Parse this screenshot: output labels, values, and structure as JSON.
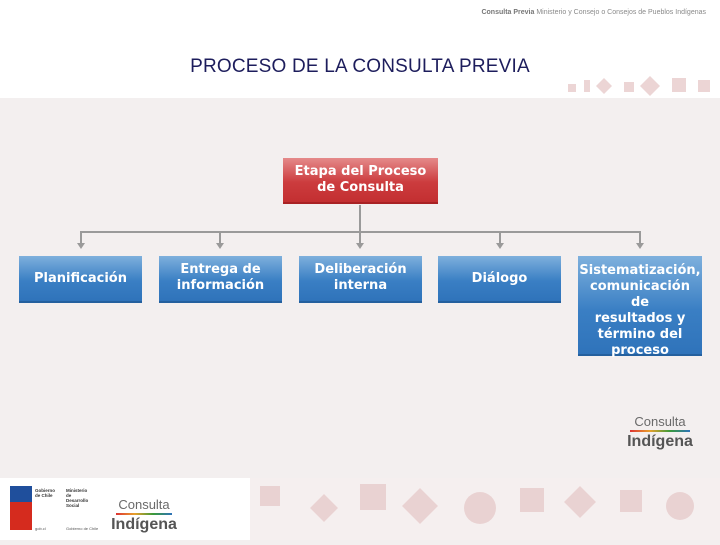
{
  "header": {
    "brand": "Consulta Previa",
    "subtitle": "Ministerio y Consejo o Consejos de Pueblos Indígenas",
    "title": "PROCESO DE LA CONSULTA PREVIA"
  },
  "diagram": {
    "root": {
      "line1": "Etapa del Proceso",
      "line2": "de Consulta"
    },
    "stages": [
      {
        "lines": [
          "Planificación"
        ]
      },
      {
        "lines": [
          "Entrega de",
          "información"
        ]
      },
      {
        "lines": [
          "Deliberación",
          "interna"
        ]
      },
      {
        "lines": [
          "Diálogo"
        ]
      },
      {
        "lines": [
          "Sistematización,",
          "comunicación de",
          "resultados y",
          "término del",
          "proceso"
        ]
      }
    ]
  },
  "logo_right": {
    "line1": "Consulta",
    "line2": "Indígena"
  },
  "footer": {
    "gov_line1": "Gobierno de Chile",
    "gov_line2": "Ministerio de Desarrollo Social",
    "gov_small1": "gob.cl",
    "gov_small2": "Gobierno de Chile",
    "logo_line1": "Consulta",
    "logo_line2": "Indígena"
  },
  "colors": {
    "root_box": "#cc3c3e",
    "stage_box": "#3a7fc4",
    "connector": "#9a9a9a",
    "title": "#1d1d5c"
  }
}
